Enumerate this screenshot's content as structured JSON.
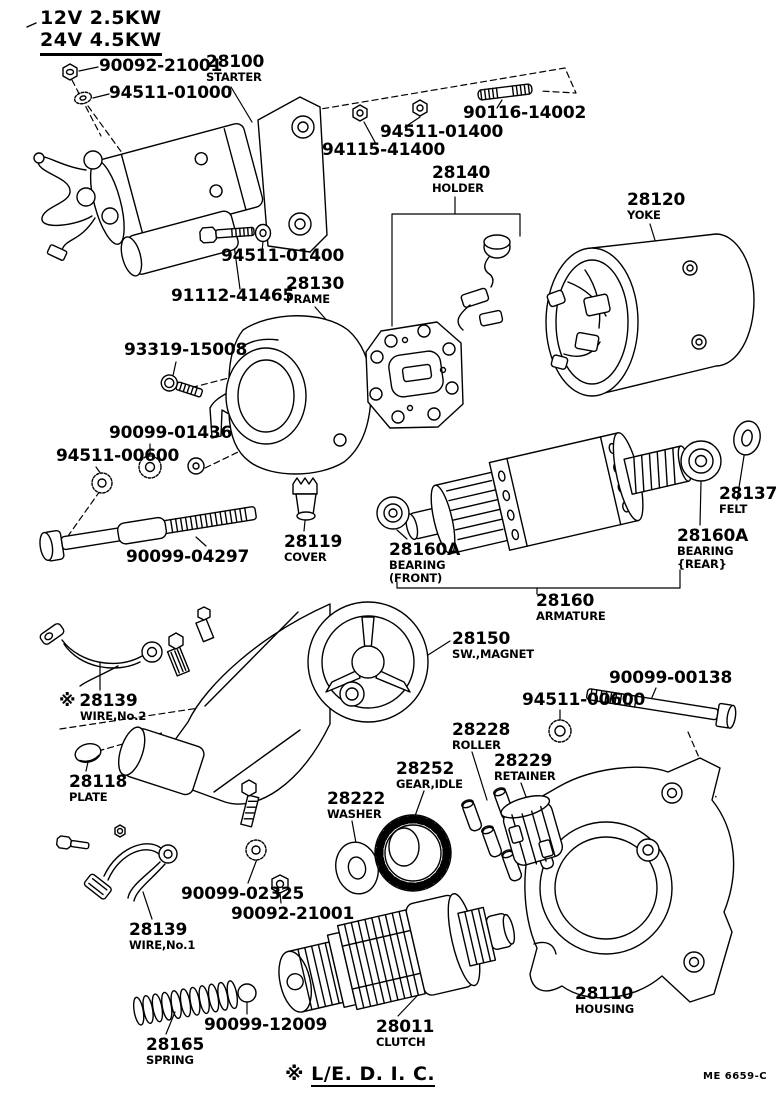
{
  "header": {
    "line1": "12V 2.5KW",
    "line2": "24V 4.5KW"
  },
  "labels": {
    "nut_90092_top": {
      "number": "90092-21001"
    },
    "washer_94511_01000": {
      "number": "94511-01000"
    },
    "starter": {
      "number": "28100",
      "caption": "STARTER"
    },
    "nut_94511_01400_top": {
      "number": "94511-01400"
    },
    "stud_90116_14002": {
      "number": "90116-14002"
    },
    "nut_94115_41400": {
      "number": "94115-41400"
    },
    "holder": {
      "number": "28140",
      "caption": "HOLDER"
    },
    "yoke": {
      "number": "28120",
      "caption": "YOKE"
    },
    "washer_94511_01400_mid": {
      "number": "94511-01400"
    },
    "bolt_91112_41465": {
      "number": "91112-41465"
    },
    "frame": {
      "number": "28130",
      "caption": "FRAME"
    },
    "screw_93319_15008": {
      "number": "93319-15008"
    },
    "washer_90099_01436": {
      "number": "90099-01436"
    },
    "washer_94511_00600_left": {
      "number": "94511-00600"
    },
    "rod_90099_04297": {
      "number": "90099-04297"
    },
    "cover": {
      "number": "28119",
      "caption": "COVER"
    },
    "bearing_front": {
      "number": "28160A",
      "caption": "BEARING",
      "caption2": "(FRONT)"
    },
    "felt": {
      "number": "28137",
      "caption": "FELT"
    },
    "bearing_rear": {
      "number": "28160A",
      "caption": "BEARING",
      "caption2": "{REAR}"
    },
    "armature": {
      "number": "28160",
      "caption": "ARMATURE"
    },
    "sw_magnet": {
      "number": "28150",
      "caption": "SW.,MAGNET"
    },
    "wire_no2": {
      "prefix": "※",
      "number": "28139",
      "caption": "WIRE,No.2"
    },
    "bolt_90099_00138": {
      "number": "90099-00138"
    },
    "washer_94511_00600_right": {
      "number": "94511-00600"
    },
    "roller": {
      "number": "28228",
      "caption": "ROLLER"
    },
    "retainer": {
      "number": "28229",
      "caption": "RETAINER"
    },
    "gear_idle": {
      "number": "28252",
      "caption": "GEAR,IDLE"
    },
    "washer_28222": {
      "number": "28222",
      "caption": "WASHER"
    },
    "plate": {
      "number": "28118",
      "caption": "PLATE"
    },
    "washer_90099_02325": {
      "number": "90099-02325"
    },
    "nut_90092_bottom": {
      "number": "90092-21001"
    },
    "wire_no1": {
      "number": "28139",
      "caption": "WIRE,No.1"
    },
    "housing": {
      "number": "28110",
      "caption": "HOUSING"
    },
    "ball_90099_12009": {
      "number": "90099-12009"
    },
    "clutch": {
      "number": "28011",
      "caption": "CLUTCH"
    },
    "spring": {
      "number": "28165",
      "caption": "SPRING"
    }
  },
  "footer": {
    "note_prefix": "※",
    "note": "L/E. D. I. C.",
    "doc_code": "ME 6659-C"
  }
}
